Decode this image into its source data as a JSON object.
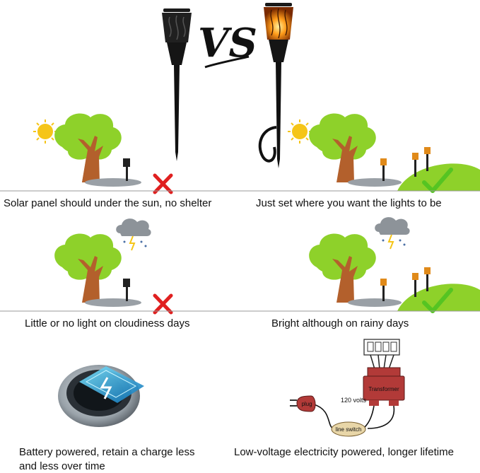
{
  "captions": {
    "solar_sun": "Solar panel should under the sun, no shelter",
    "just_set": "Just set where you want the lights to be",
    "cloudy_left": "Little or no light on cloudiness days",
    "bright_rainy": "Bright although on rainy days",
    "battery_line1": "Battery powered, retain a charge less",
    "battery_line2": "and less over time",
    "low_voltage": "Low-voltage electricity powered, longer lifetime"
  },
  "vs_text": "VS",
  "diagram_labels": {
    "transformer": "Transformer",
    "voltage": "120 volts",
    "plug": "plug",
    "line_switch": "line switch"
  },
  "colors": {
    "tree_canopy": "#8ed12a",
    "tree_trunk": "#b3602c",
    "sun": "#f5c518",
    "wrong_mark": "#e02020",
    "right_mark": "#55c422",
    "hill": "#8ed12a",
    "transformer": "#b23a38"
  }
}
